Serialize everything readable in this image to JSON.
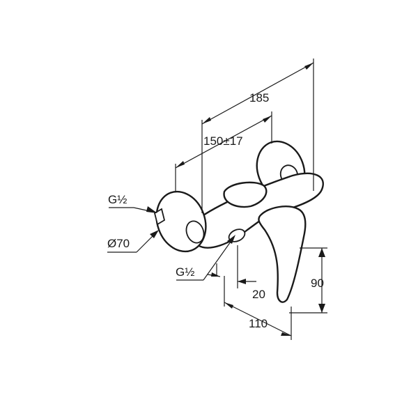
{
  "dimensions": {
    "overall_width": "185",
    "connection_spacing": "150",
    "connection_tolerance": "±17",
    "thread_left": "G½",
    "rosette_diameter": "Ø70",
    "thread_outlet": "G½",
    "outlet_offset": "20",
    "height": "90",
    "depth": "110"
  }
}
